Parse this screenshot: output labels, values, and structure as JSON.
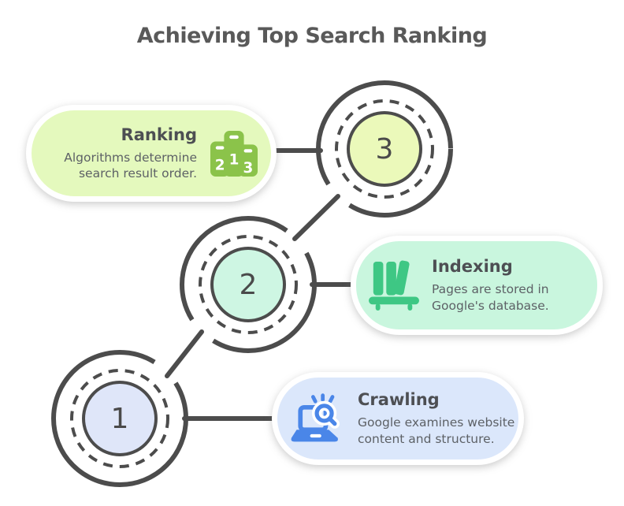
{
  "title": "Achieving Top Search Ranking",
  "stroke_color": "#4c4c4c",
  "steps": [
    {
      "number": "1",
      "label": "Crawling",
      "description": "Google examines website content and structure.",
      "icon": "laptop-search-icon",
      "accent_color": "#4a86e8",
      "card_bg": "#dbe7fb",
      "circle_fill": "#dfe6f9"
    },
    {
      "number": "2",
      "label": "Indexing",
      "description": "Pages are stored in Google's database.",
      "icon": "bookshelf-icon",
      "accent_color": "#3ec784",
      "card_bg": "#c9f6de",
      "circle_fill": "#cef6e3"
    },
    {
      "number": "3",
      "label": "Ranking",
      "description": "Algorithms determine search result order.",
      "icon": "podium-icon",
      "accent_color": "#8bc34a",
      "card_bg": "#e4f9bd",
      "circle_fill": "#ebf9ba"
    }
  ]
}
